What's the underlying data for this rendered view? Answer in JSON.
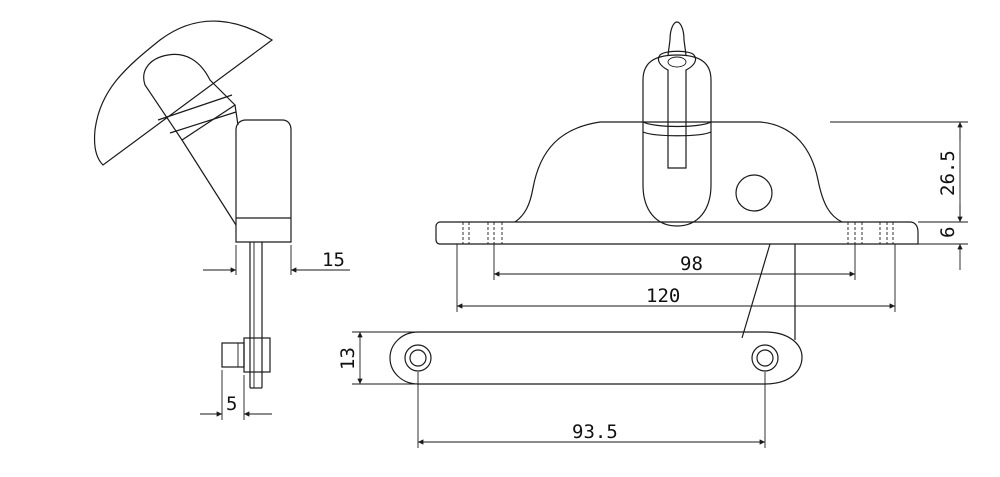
{
  "drawing": {
    "dimensions": {
      "side_thickness": "15",
      "pin_width": "5",
      "link_height": "13",
      "link_center_distance": "93.5",
      "base_height": "26.5",
      "flange_thickness": "6",
      "inner_hole_spacing": "98",
      "overall_length": "120"
    }
  },
  "colors": {
    "line": "#1a1a1a",
    "background": "#ffffff"
  }
}
